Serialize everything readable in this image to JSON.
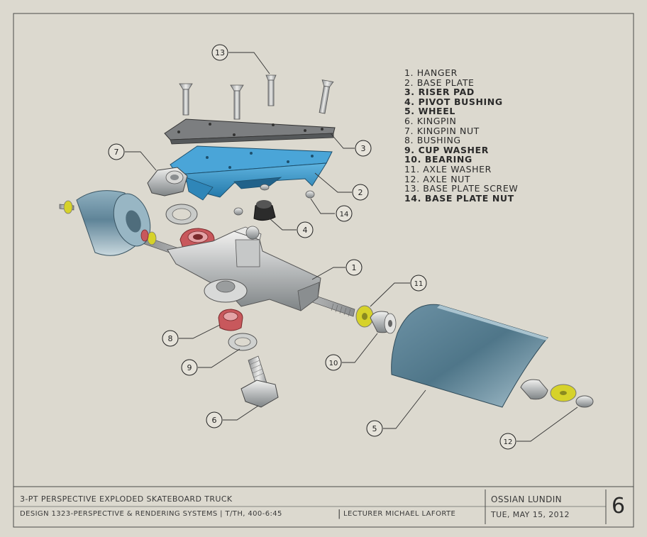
{
  "legend": [
    {
      "num": "1.",
      "label": "HANGER"
    },
    {
      "num": "2.",
      "label": "BASE PLATE"
    },
    {
      "num": "3.",
      "label": "RISER PAD"
    },
    {
      "num": "4.",
      "label": "PIVOT BUSHING"
    },
    {
      "num": "5.",
      "label": "WHEEL"
    },
    {
      "num": "6.",
      "label": "KINGPIN"
    },
    {
      "num": "7.",
      "label": "KINGPIN NUT"
    },
    {
      "num": "8.",
      "label": "BUSHING"
    },
    {
      "num": "9.",
      "label": "CUP WASHER"
    },
    {
      "num": "10.",
      "label": "BEARING"
    },
    {
      "num": "11.",
      "label": "AXLE WASHER"
    },
    {
      "num": "12.",
      "label": "AXLE NUT"
    },
    {
      "num": "13.",
      "label": "BASE PLATE SCREW"
    },
    {
      "num": "14.",
      "label": "BASE PLATE NUT"
    }
  ],
  "callouts": {
    "c1": "1",
    "c2": "2",
    "c3": "3",
    "c4": "4",
    "c5": "5",
    "c6": "6",
    "c7": "7",
    "c8": "8",
    "c9": "9",
    "c10": "10",
    "c11": "11",
    "c12": "12",
    "c13": "13",
    "c14": "14"
  },
  "title_block": {
    "title": "3-PT PERSPECTIVE EXPLODED SKATEBOARD TRUCK",
    "course": "DESIGN 1323-PERSPECTIVE & RENDERING SYSTEMS | T/TH, 400-6:45",
    "separator": "|",
    "lecturer": "LECTURER MICHAEL LAFORTE",
    "author": "OSSIAN LUNDIN",
    "date": "TUE, MAY 15, 2012",
    "sheet": "6"
  },
  "colors": {
    "paper": "#dcd9cf",
    "ink": "#2a2a2a",
    "base_plate_blue": "#3a93c4",
    "bushing_red": "#c8585c",
    "washer_yellow": "#d6d22a",
    "wheel_blue": "#6f93a6",
    "metal_gray": "#b9bcbd"
  }
}
